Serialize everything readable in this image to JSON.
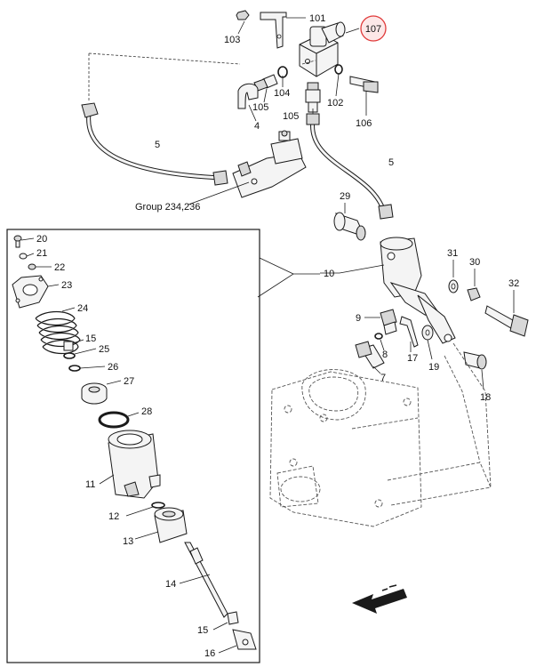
{
  "highlight": {
    "label": "107",
    "color": "#e03a3a",
    "fill": "#fde8e8"
  },
  "labels": {
    "p101": "101",
    "p103": "103",
    "p104": "104",
    "p105a": "105",
    "p105b": "105",
    "p4": "4",
    "p102": "102",
    "p106": "106",
    "p5a": "5",
    "p5b": "5",
    "group": "Group 234,236",
    "p29": "29",
    "p10": "10",
    "p31": "31",
    "p30": "30",
    "p32": "32",
    "p9": "9",
    "p8": "8",
    "p17": "17",
    "p19": "19",
    "p7": "7",
    "p18": "18",
    "p20": "20",
    "p21": "21",
    "p22": "22",
    "p23": "23",
    "p24": "24",
    "p15a": "15",
    "p25": "25",
    "p26": "26",
    "p27": "27",
    "p28": "28",
    "p11": "11",
    "p12": "12",
    "p13": "13",
    "p14": "14",
    "p15b": "15",
    "p16": "16"
  },
  "icons": {
    "direction": "direction-arrow-icon"
  }
}
